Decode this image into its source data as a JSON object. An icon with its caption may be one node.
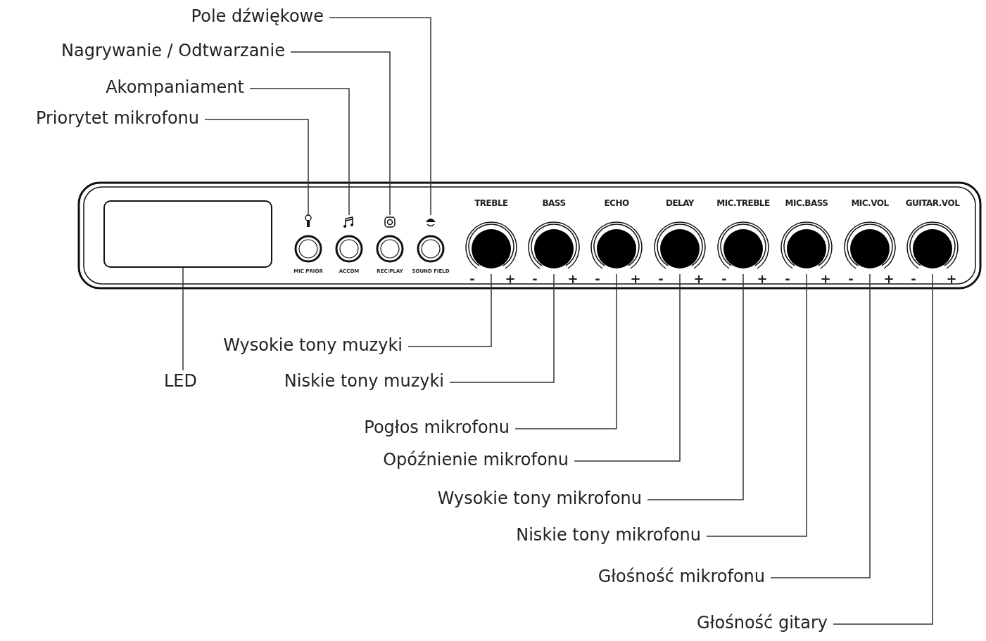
{
  "diagram": {
    "nodes": [
      {
        "text": [
          "Pole dźwiękowe"
        ]
      },
      {
        "text": [
          "Nagrywanie / Odtwarzanie"
        ]
      },
      {
        "text": [
          "Akompaniament"
        ]
      },
      {
        "text": [
          "Priorytet mikrofonu"
        ]
      },
      {
        "text": [],
        "shape": "box"
      },
      {
        "text": [],
        "shape": "circle"
      },
      {
        "text": [],
        "shape": "circle"
      },
      {
        "text": [],
        "shape": "circle"
      },
      {
        "text": [],
        "shape": "circle"
      },
      {
        "text": [],
        "shape": "circle"
      },
      {
        "text": [],
        "shape": "circle"
      },
      {
        "text": [],
        "shape": "circle"
      },
      {
        "text": [],
        "shape": "circle"
      },
      {
        "text": [],
        "shape": "circle"
      },
      {
        "text": [],
        "shape": "circle"
      },
      {
        "text": [],
        "shape": "circle"
      },
      {
        "text": [],
        "shape": "circle"
      },
      {
        "text": [
          "Wysokie tony muzyki"
        ]
      },
      {
        "text": [
          "LED"
        ]
      },
      {
        "text": [
          "Niskie tony muzyki"
        ]
      },
      {
        "text": [
          "Pogłos mikrofonu"
        ]
      },
      {
        "text": [
          "Opóźnienie mikrofonu"
        ]
      },
      {
        "text": [
          "Wysokie tony mikrofonu"
        ]
      },
      {
        "text": [
          "Niskie tony mikrofonu"
        ]
      },
      {
        "text": [
          "Głośność mikrofonu"
        ]
      },
      {
        "text": [
          "Głośność gitary"
        ]
      }
    ],
    "edges": [
      {
        "from": 0,
        "to": 8,
        "arrow": "none"
      },
      {
        "from": 1,
        "to": 7,
        "arrow": "none"
      },
      {
        "from": 2,
        "to": 6,
        "arrow": "none"
      },
      {
        "from": 3,
        "to": 5,
        "arrow": "none"
      },
      {
        "from": 17,
        "to": 9,
        "arrow": "none"
      },
      {
        "from": 18,
        "to": 4,
        "arrow": "none"
      },
      {
        "from": 19,
        "to": 10,
        "arrow": "none"
      },
      {
        "from": 20,
        "to": 11,
        "arrow": "none"
      },
      {
        "from": 21,
        "to": 12,
        "arrow": "none"
      },
      {
        "from": 22,
        "to": 13,
        "arrow": "none"
      },
      {
        "from": 23,
        "to": 14,
        "arrow": "none"
      },
      {
        "from": 24,
        "to": 15,
        "arrow": "none"
      },
      {
        "from": 25,
        "to": 16,
        "arrow": "none"
      }
    ],
    "labels": [
      "TREBLE",
      "BASS",
      "ECHO",
      "DELAY",
      "MIC.TREBLE",
      "MIC.BASS",
      "MIC.VOL",
      "GUITAR.VOL",
      "MIC PRIOR",
      "ACCOM",
      "REC/PLAY",
      "SOUND FIELD",
      "-",
      "+",
      "-",
      "+",
      "-",
      "+",
      "-",
      "+",
      "-",
      "+",
      "-",
      "+",
      "-",
      "+",
      "-",
      "+"
    ]
  }
}
